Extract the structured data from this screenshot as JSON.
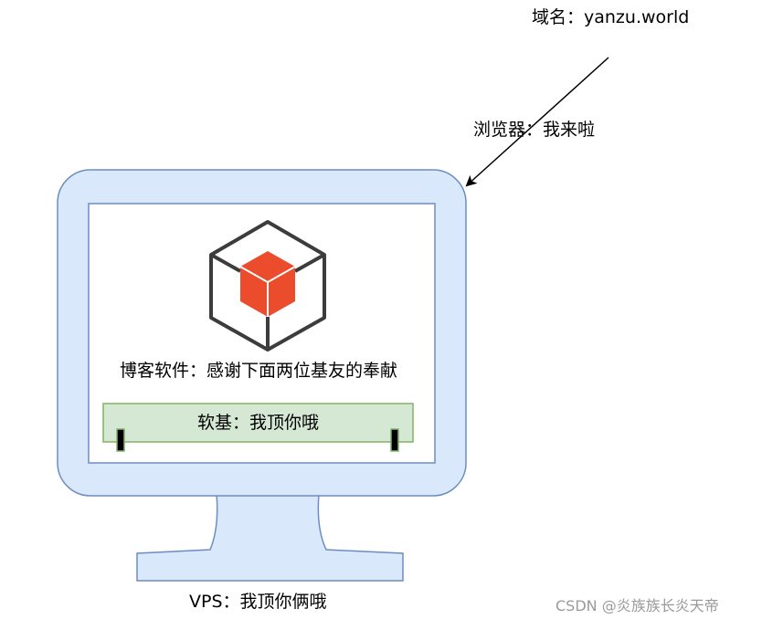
{
  "labels": {
    "domain": "域名：yanzu.world",
    "browser": "浏览器：我来啦",
    "software": "博客软件：感谢下面两位基友的奉献",
    "server": "软基：我顶你哦",
    "vps": "VPS：我顶你俩哦"
  },
  "watermark": "CSDN @炎族族长炎天帝",
  "colors": {
    "monitor_fill": "#dae8fc",
    "monitor_stroke": "#6c8ebf",
    "server_fill": "#d5e8d4",
    "server_stroke": "#82b366",
    "cube_accent": "#ea4c2c",
    "cube_outline": "#3c3c3c"
  },
  "icons": {
    "app_logo": "cube-icon",
    "arrow": "arrow-icon"
  }
}
